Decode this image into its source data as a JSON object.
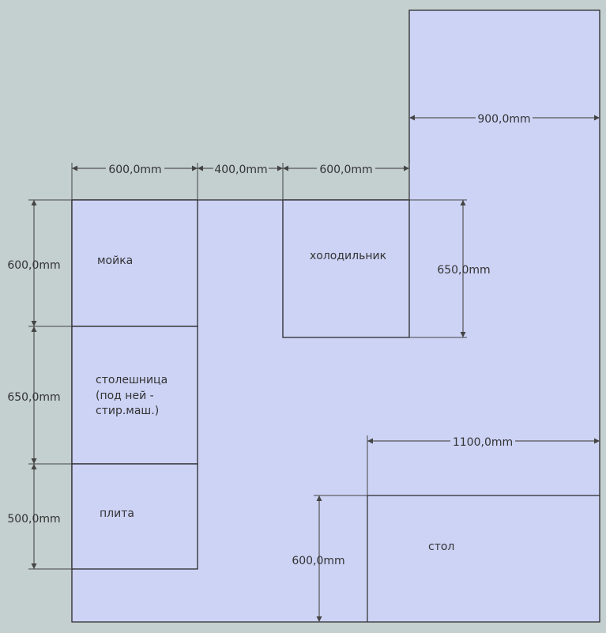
{
  "colors": {
    "background": "#c4cfcf",
    "surface": "#cdd3f5",
    "line": "#2a2a2a",
    "text": "#333333"
  },
  "labels": {
    "sink": "мойка",
    "fridge": "холодильник",
    "countertop_line1": "столешница",
    "countertop_line2": "(под ней -",
    "countertop_line3": "стир.маш.)",
    "stove": "плита",
    "table": "стол"
  },
  "dimensions": {
    "sink_width": "600,0mm",
    "gap_width": "400,0mm",
    "fridge_width": "600,0mm",
    "right_wing_width": "900,0mm",
    "sink_depth": "600,0mm",
    "countertop_depth": "650,0mm",
    "stove_depth": "500,0mm",
    "fridge_depth": "650,0mm",
    "table_width": "1100,0mm",
    "table_depth": "600,0mm"
  }
}
